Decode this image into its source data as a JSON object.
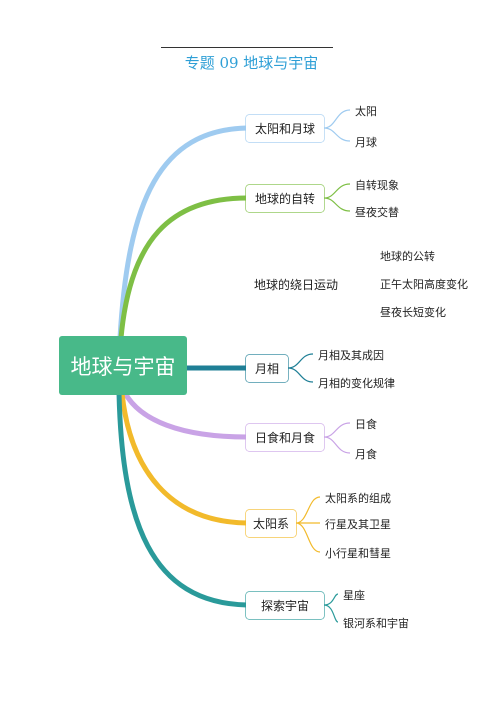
{
  "page": {
    "title": "专题 09 地球与宇宙"
  },
  "root": {
    "label": "地球与宇宙",
    "color": "#48b989"
  },
  "branches": [
    {
      "label": "太阳和月球",
      "color": "#9fcbf0",
      "children": [
        "太阳",
        "月球"
      ]
    },
    {
      "label": "地球的自转",
      "color": "#7ebf45",
      "children": [
        "自转现象",
        "昼夜交替"
      ]
    },
    {
      "label": "地球的绕日运动",
      "color": "#ffffff",
      "children": [
        "地球的公转",
        "正午太阳高度变化",
        "昼夜长短变化"
      ]
    },
    {
      "label": "月相",
      "color": "#1f7f96",
      "children": [
        "月相及其成因",
        "月相的变化规律"
      ]
    },
    {
      "label": "日食和月食",
      "color": "#c9a3e6",
      "children": [
        "日食",
        "月食"
      ]
    },
    {
      "label": "太阳系",
      "color": "#f2ba2b",
      "children": [
        "太阳系的组成",
        "行星及其卫星",
        "小行星和彗星"
      ]
    },
    {
      "label": "探索宇宙",
      "color": "#2a9a9a",
      "children": [
        "星座",
        "银河系和宇宙"
      ]
    }
  ]
}
